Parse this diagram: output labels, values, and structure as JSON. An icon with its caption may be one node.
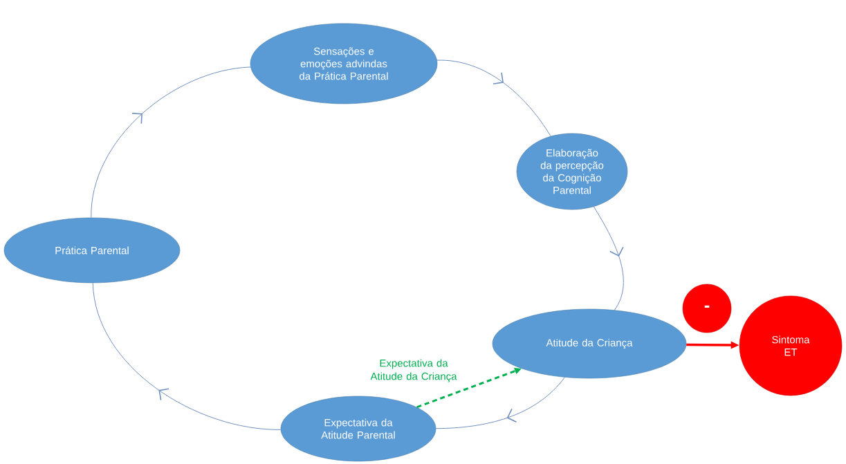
{
  "diagram": {
    "nodes": [
      {
        "text": [
          "Sensações e emoções advindas da Prática Parental"
        ]
      },
      {
        "text": [
          "Elaboração da percepção da Cognição Parental"
        ]
      },
      {
        "text": [
          "Prática Parental"
        ]
      },
      {
        "text": [
          "-"
        ]
      },
      {
        "text": [
          "Atitude da Criança"
        ]
      },
      {
        "text": [
          "Sintoma ET"
        ]
      },
      {
        "text": [
          "Expectativa da Atitude Parental"
        ]
      }
    ],
    "edges": [
      {
        "from": 2,
        "to": 0,
        "arrow": "to"
      },
      {
        "from": 0,
        "to": 1,
        "arrow": "to"
      },
      {
        "from": 1,
        "to": 4,
        "arrow": "to"
      },
      {
        "from": 4,
        "to": 6,
        "arrow": "to"
      },
      {
        "from": 6,
        "to": 2,
        "arrow": "to"
      },
      {
        "from": 6,
        "to": 4,
        "arrow": "to",
        "label": "Expectativa da Atitude da Criança",
        "style": "dashed",
        "color": "#00b050"
      },
      {
        "from": 4,
        "to": 5,
        "arrow": "to",
        "style": "thick",
        "color": "#ff0000"
      }
    ]
  }
}
